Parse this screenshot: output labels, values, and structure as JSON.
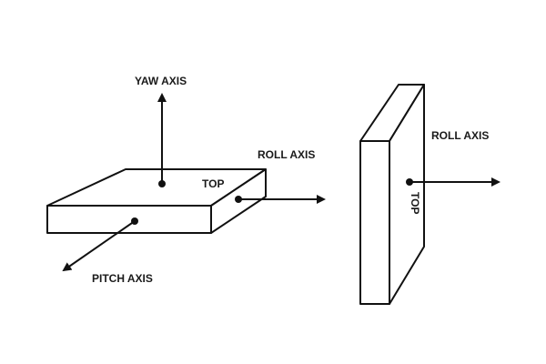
{
  "labels": {
    "yaw_axis": "YAW AXIS",
    "roll_axis_left": "ROLL AXIS",
    "roll_axis_right": "ROLL AXIS",
    "pitch_axis": "PITCH AXIS",
    "top_flat": "TOP",
    "top_upright": "TOP"
  },
  "colors": {
    "ink": "#111111",
    "face_fill": "#ffffff",
    "background": "#ffffff"
  }
}
